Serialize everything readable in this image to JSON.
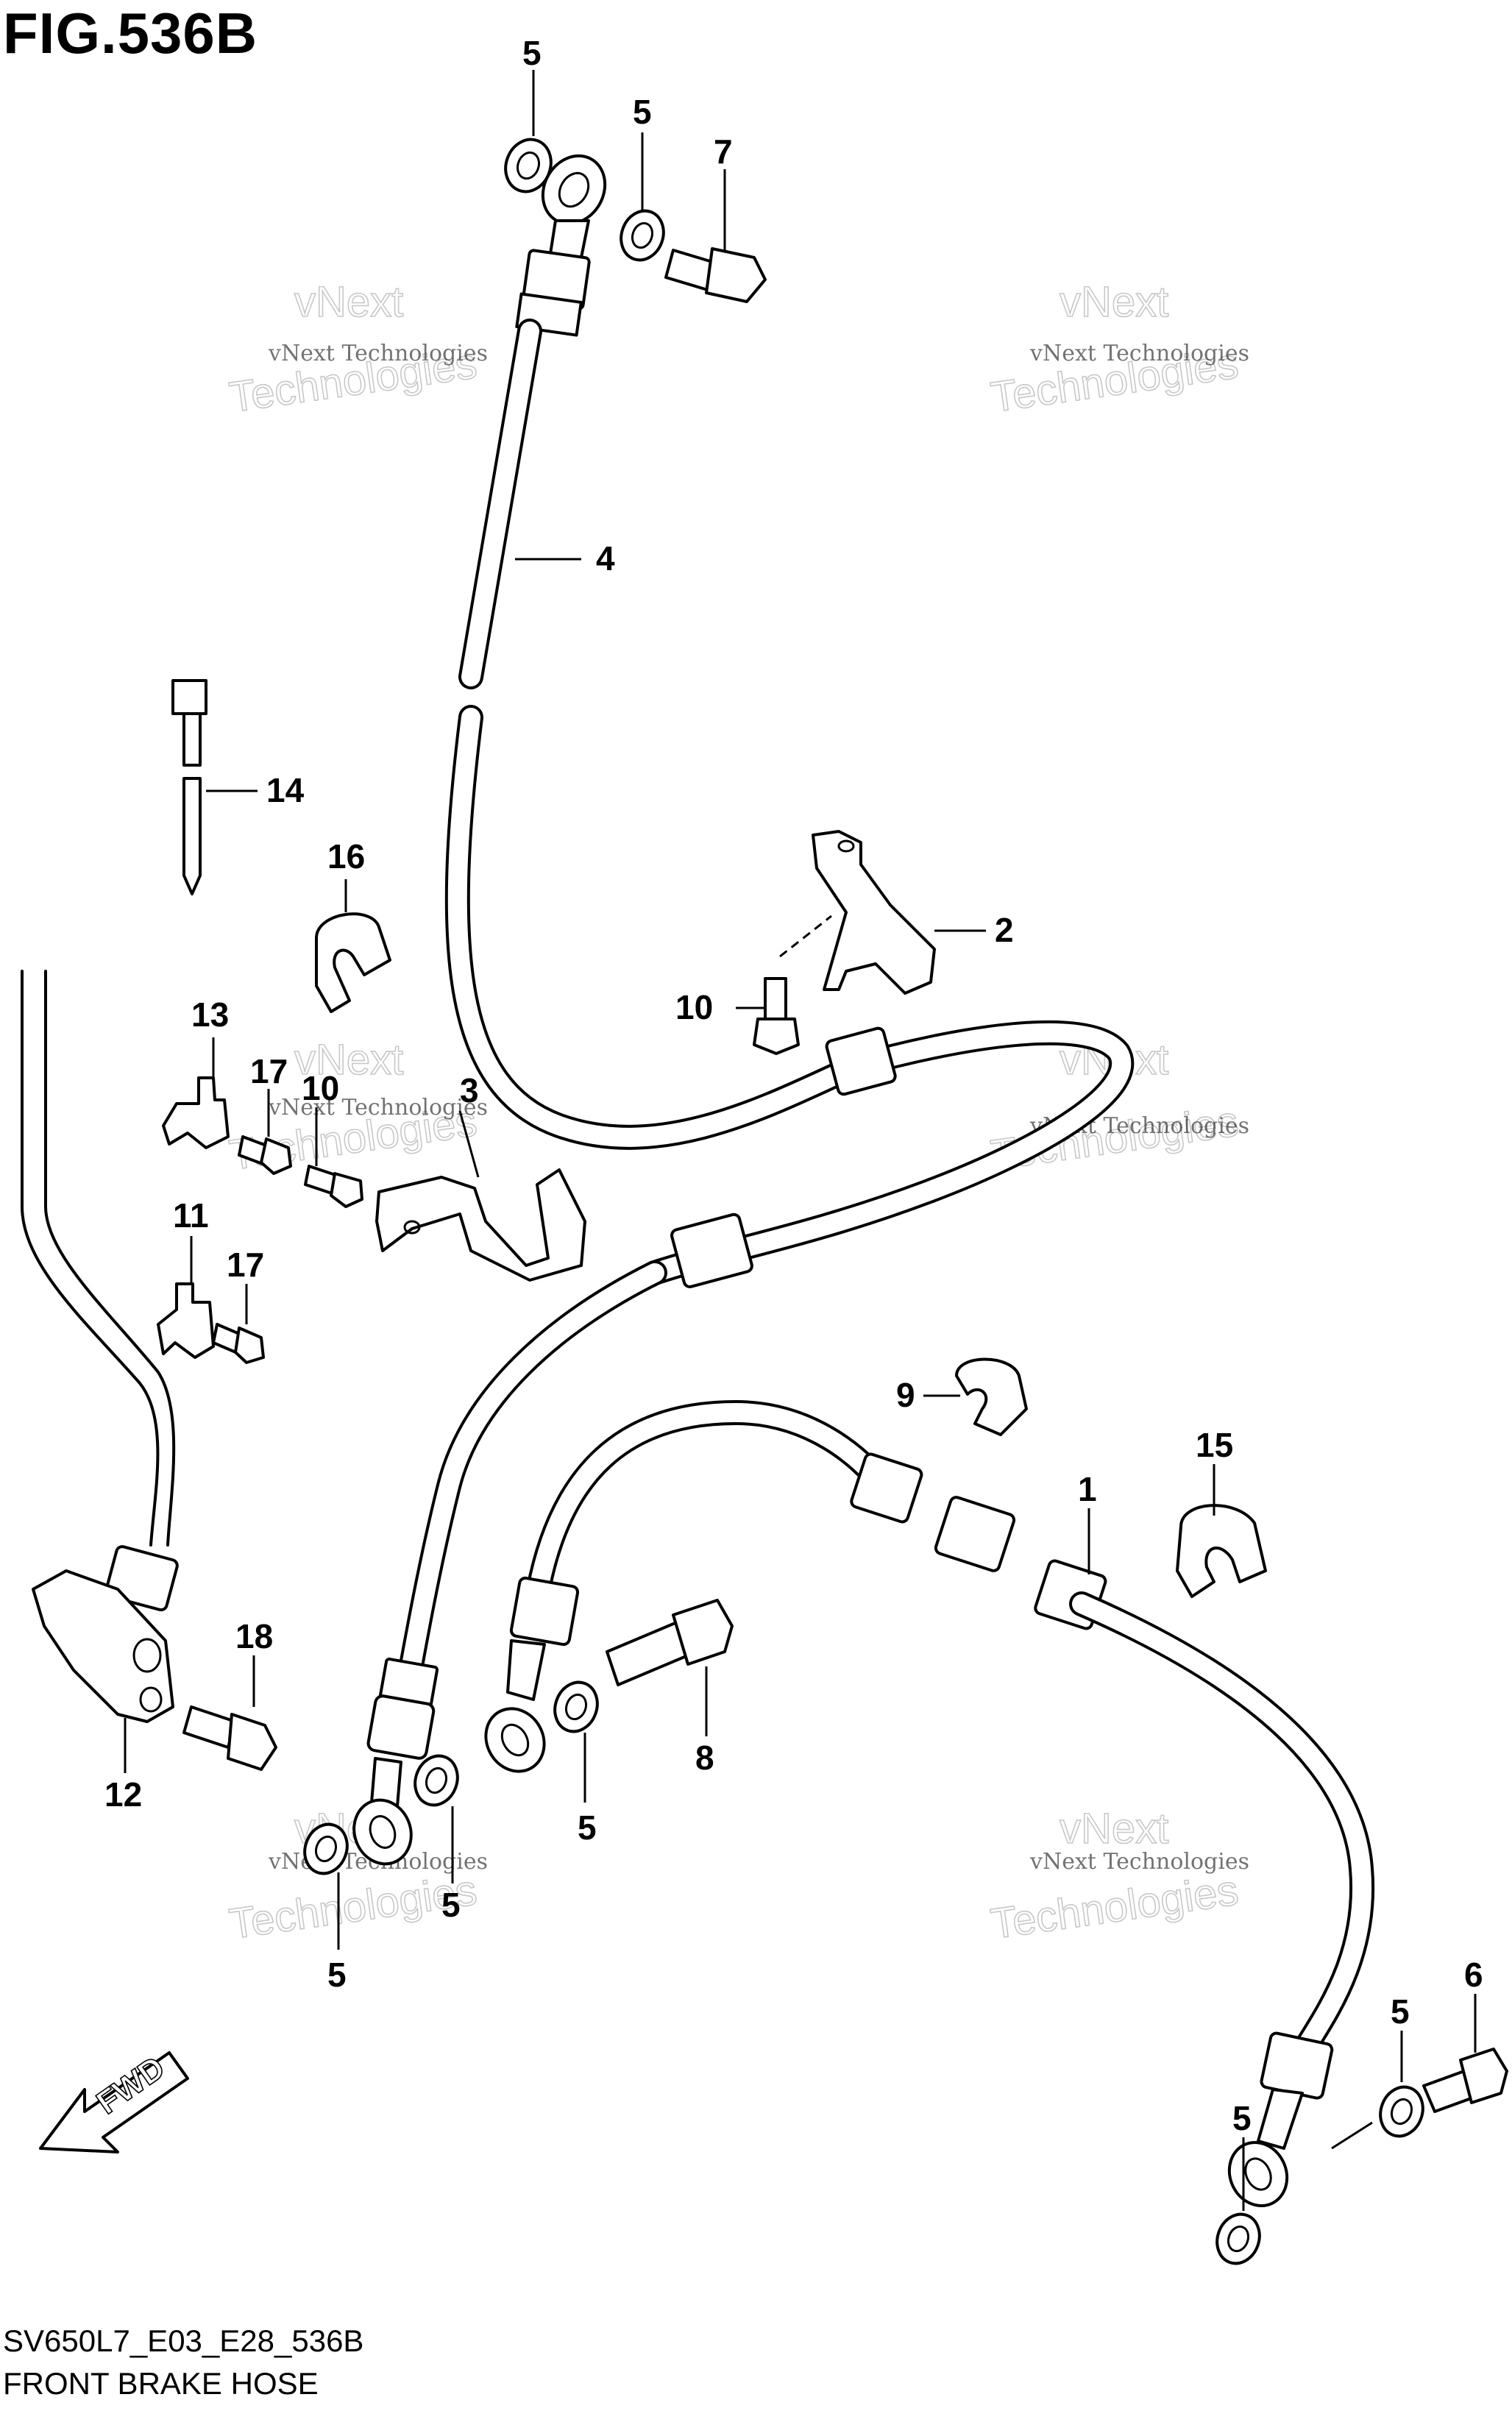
{
  "figure": {
    "title": "FIG.536B",
    "code": "SV650L7_E03_E28_536B",
    "name": "FRONT BRAKE HOSE"
  },
  "watermark": {
    "line1": "vNext Technologies",
    "line2": "vNext",
    "line3": "Technologies"
  },
  "direction_badge": "FWD",
  "callouts": {
    "c1": "1",
    "c2": "2",
    "c3": "3",
    "c4": "4",
    "c5a": "5",
    "c5b": "5",
    "c5c": "5",
    "c5d": "5",
    "c5e": "5",
    "c5f": "5",
    "c5g": "5",
    "c6": "6",
    "c7": "7",
    "c8": "8",
    "c9": "9",
    "c10a": "10",
    "c10b": "10",
    "c11": "11",
    "c12": "12",
    "c13": "13",
    "c14": "14",
    "c15": "15",
    "c16": "16",
    "c17a": "17",
    "c17b": "17",
    "c18": "18"
  }
}
